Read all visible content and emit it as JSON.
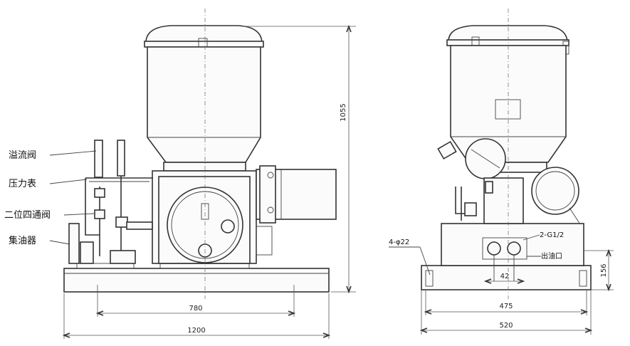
{
  "front_view": {
    "labels": {
      "overflow_valve": "溢流阀",
      "pressure_gauge": "压力表",
      "two_position_valve": "二位四通阀",
      "oil_collector": "集油器"
    },
    "dimensions": {
      "height": "1055",
      "inner_width": "780",
      "total_width": "1200"
    }
  },
  "side_view": {
    "labels": {
      "outlet_port": "2-G1/2",
      "outlet_text": "出油口",
      "mounting_holes": "4-φ22"
    },
    "dimensions": {
      "port_spacing": "42",
      "base_height": "156",
      "inner_width": "475",
      "total_width": "520"
    }
  }
}
